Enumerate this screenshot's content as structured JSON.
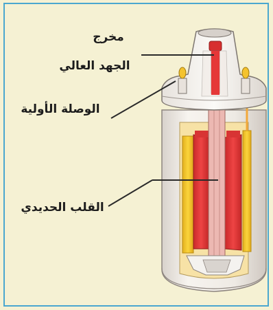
{
  "title": "",
  "labels": {
    "high_voltage_outlet_line1": "مخرج",
    "high_voltage_outlet_line2": "الجهد العالي",
    "primary_connection": "الوصلة الأولية",
    "iron_core": "القلب الحديدي"
  },
  "colors": {
    "background": "#f5f1d3",
    "border": "#4aa7cf",
    "primary_winding": "#f0c52b",
    "secondary_winding": "#e33c3c",
    "iron_core": "#eab3ae",
    "casing": "#e9e4df"
  }
}
